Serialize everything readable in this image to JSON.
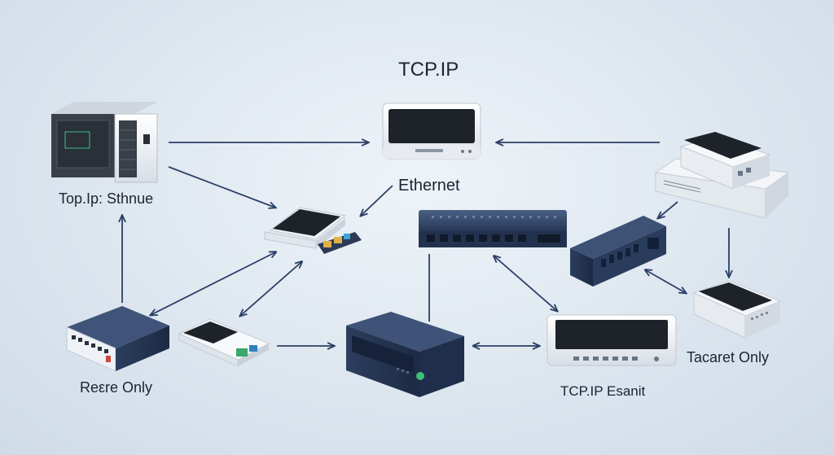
{
  "labels": {
    "top": "TCP.IP",
    "ethernet": "Ethernet",
    "top_left": "Top.Ip: Sthnue",
    "bottom_left": "Reεre Only",
    "bottom_center_right": "TCP.IP Esanit",
    "right": "Tacaret Only"
  },
  "colors": {
    "arrow": "#2b3f66",
    "device_dark": "#2f4366",
    "device_light": "#eef1f5",
    "screen": "#1e2229"
  },
  "devices": [
    {
      "name": "server-tower-device"
    },
    {
      "name": "top-router-device"
    },
    {
      "name": "right-router-device"
    },
    {
      "name": "center-small-switch-device"
    },
    {
      "name": "center-network-switch-device"
    },
    {
      "name": "right-network-switch-device"
    },
    {
      "name": "right-small-box-device"
    },
    {
      "name": "left-router-device"
    },
    {
      "name": "left-modem-device"
    },
    {
      "name": "center-server-box-device"
    },
    {
      "name": "bottom-router-device"
    }
  ]
}
